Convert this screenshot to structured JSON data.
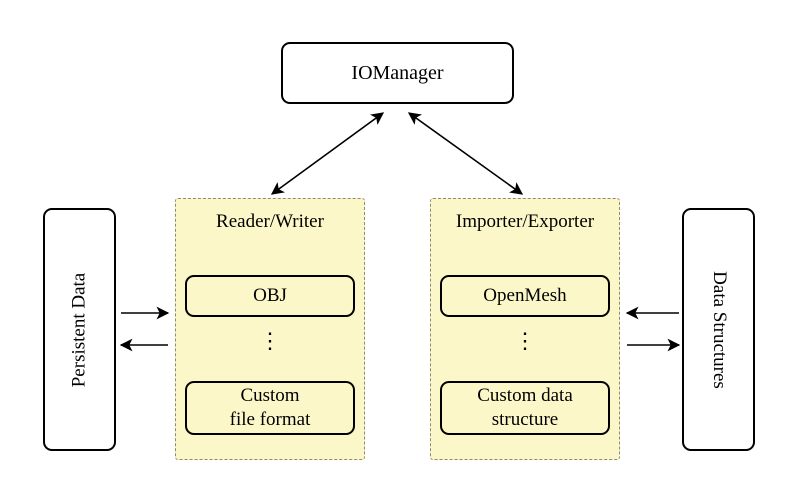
{
  "diagram": {
    "io_manager": "IOManager",
    "persistent_data": "Persistent Data",
    "data_structures": "Data Structures",
    "reader_writer": {
      "title": "Reader/Writer",
      "item1": "OBJ",
      "dots": "⋮",
      "item2_line1": "Custom",
      "item2_line2": "file format"
    },
    "importer_exporter": {
      "title": "Importer/Exporter",
      "item1": "OpenMesh",
      "dots": "⋮",
      "item2_line1": "Custom data",
      "item2_line2": "structure"
    },
    "colors": {
      "background": "#ffffff",
      "container_fill": "#fcf7c9",
      "container_border": "#8f8c6a",
      "node_fill": "#fcf7c9",
      "node_border": "#000000",
      "arrow": "#000000"
    }
  }
}
